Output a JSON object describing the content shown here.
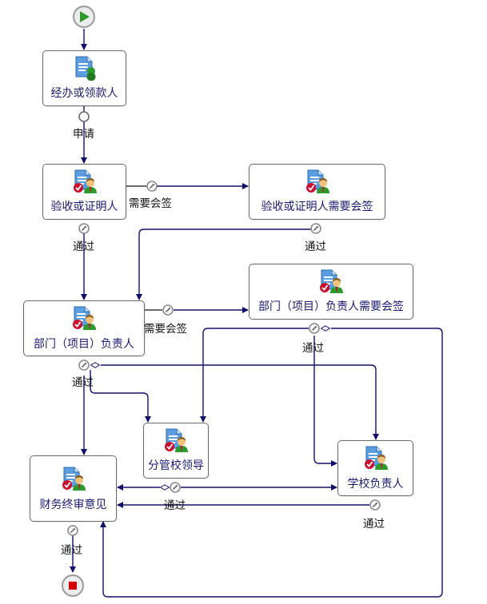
{
  "diagram": {
    "colors": {
      "edge": "#10106a",
      "node_border": "#6a6a6a",
      "node_text": "#1a1a6e",
      "start_fill": "#2e9a2e",
      "end_fill": "#d40000"
    },
    "start": {
      "name": "start",
      "icon": "play-icon"
    },
    "end": {
      "name": "end",
      "icon": "stop-icon"
    },
    "nodes": [
      {
        "id": "n1",
        "label": "经办或领款人",
        "icon": "document-user-icon"
      },
      {
        "id": "n2",
        "label": "验收或证明人",
        "icon": "document-approver-icon"
      },
      {
        "id": "n3",
        "label": "验收或证明人需要会签",
        "icon": "document-approver-icon"
      },
      {
        "id": "n4",
        "label": "部门（项目）负责人",
        "icon": "document-approver-icon"
      },
      {
        "id": "n5",
        "label": "部门（项目）负责人需要会签",
        "icon": "document-approver-icon"
      },
      {
        "id": "n6",
        "label": "分管校领导",
        "icon": "document-approver-icon"
      },
      {
        "id": "n7",
        "label": "学校负责人",
        "icon": "document-approver-icon"
      },
      {
        "id": "n8",
        "label": "财务终审意见",
        "icon": "document-approver-icon"
      }
    ],
    "edge_labels": {
      "apply": "申请",
      "n2_sign": "需要会签",
      "n2_pass": "通过",
      "n3_pass": "通过",
      "n4_sign": "需要会签",
      "n4_pass": "通过",
      "n5_pass": "通过",
      "n6_pass": "通过",
      "n7_pass": "通过",
      "n8_pass": "通过"
    }
  }
}
